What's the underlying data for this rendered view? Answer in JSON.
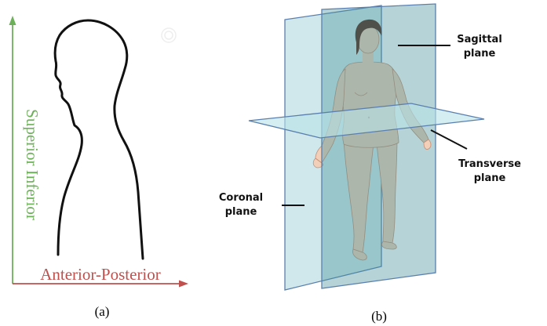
{
  "panel_a": {
    "caption": "(a)",
    "vertical_axis_label": "Superior Inferior",
    "horizontal_axis_label": "Anterior-Posterior",
    "colors": {
      "vertical_axis": "#6db05a",
      "horizontal_axis": "#c0504d",
      "silhouette": "#111111"
    }
  },
  "panel_b": {
    "caption": "(b)",
    "labels": {
      "sagittal_line1": "Sagittal",
      "sagittal_line2": "plane",
      "transverse_line1": "Transverse",
      "transverse_line2": "plane",
      "coronal_line1": "Coronal",
      "coronal_line2": "plane"
    },
    "colors": {
      "sagittal_plane": "#3f8f96",
      "coronal_plane": "#a9d6dc",
      "transverse_plane": "#b9e3e8",
      "plane_edge": "#5a7fae",
      "skin": "#f1cfb8",
      "skin_shadow": "#d9a98d",
      "hair": "#5a2a1c"
    }
  }
}
